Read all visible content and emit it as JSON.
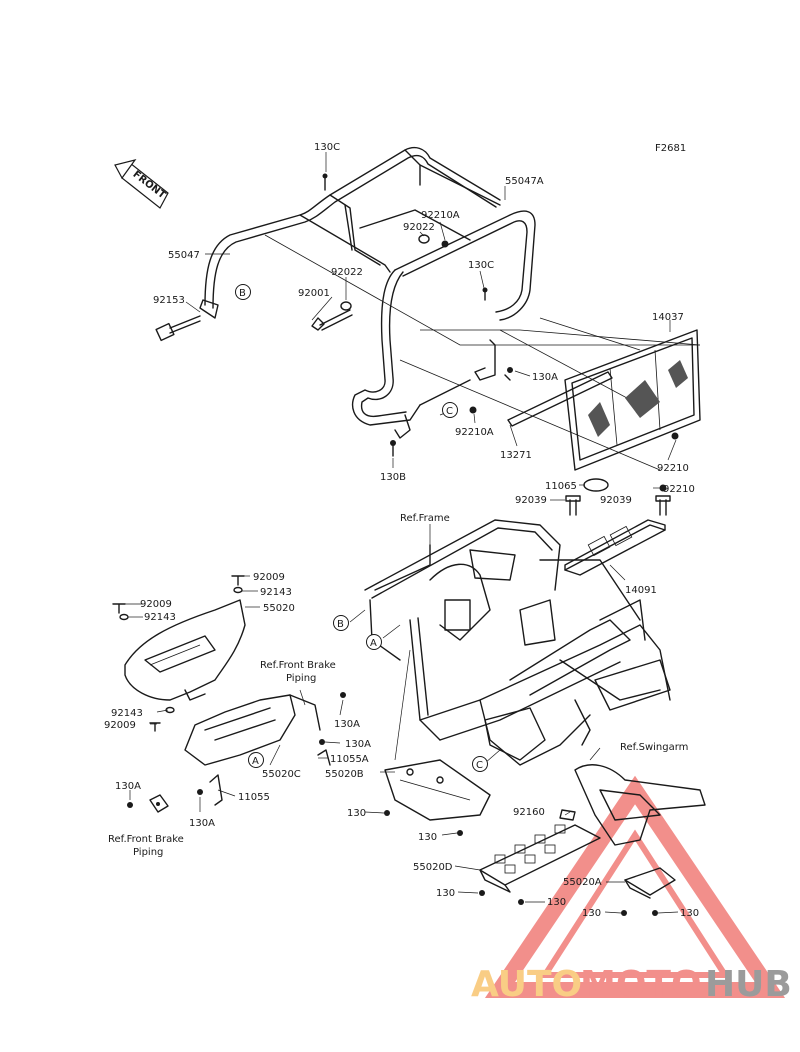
{
  "figure_code": "F2681",
  "front_arrow_label": "FRONT",
  "labels": {
    "p130C_a": "130C",
    "p55047A": "55047A",
    "p55047": "55047",
    "p92210A_a": "92210A",
    "p92022_a": "92022",
    "p92022_b": "92022",
    "p130C_b": "130C",
    "p92001": "92001",
    "p92153": "92153",
    "p14037": "14037",
    "p130A_a": "130A",
    "p92210A_b": "92210A",
    "p13271": "13271",
    "p130B": "130B",
    "p92210_a": "92210",
    "p11065": "11065",
    "p92210_b": "92210",
    "p92039_a": "92039",
    "p92039_b": "92039",
    "p14091": "14091",
    "ref_frame": "Ref.Frame",
    "p92009_a": "92009",
    "p92143_a": "92143",
    "p92009_b": "92009",
    "p55020": "55020",
    "p92143_b": "92143",
    "ref_front_brake_1": "Ref.Front Brake",
    "piping_1": "Piping",
    "p92143_c": "92143",
    "p92009_c": "92009",
    "p130A_b": "130A",
    "p130A_c": "130A",
    "p11055A": "11055A",
    "p55020C": "55020C",
    "p55020B": "55020B",
    "p130A_d": "130A",
    "p11055": "11055",
    "p130A_e": "130A",
    "ref_front_brake_2": "Ref.Front Brake",
    "piping_2": "Piping",
    "p130_a": "130",
    "p130_b": "130",
    "ref_swingarm": "Ref.Swingarm",
    "p92160": "92160",
    "p55020D": "55020D",
    "p130_c": "130",
    "p130_d": "130",
    "p55020A": "55020A",
    "p130_e": "130",
    "p130_f": "130"
  },
  "callouts": {
    "a1": "A",
    "a2": "A",
    "b1": "B",
    "b2": "B",
    "c1": "C",
    "c2": "C"
  },
  "watermark": {
    "text_part1": "AUTO",
    "text_part2": "MOTO",
    "text_part3": "HUB",
    "color_orange": "#f5a623",
    "color_red": "#e8342e",
    "color_gray": "#4a4a4a"
  }
}
